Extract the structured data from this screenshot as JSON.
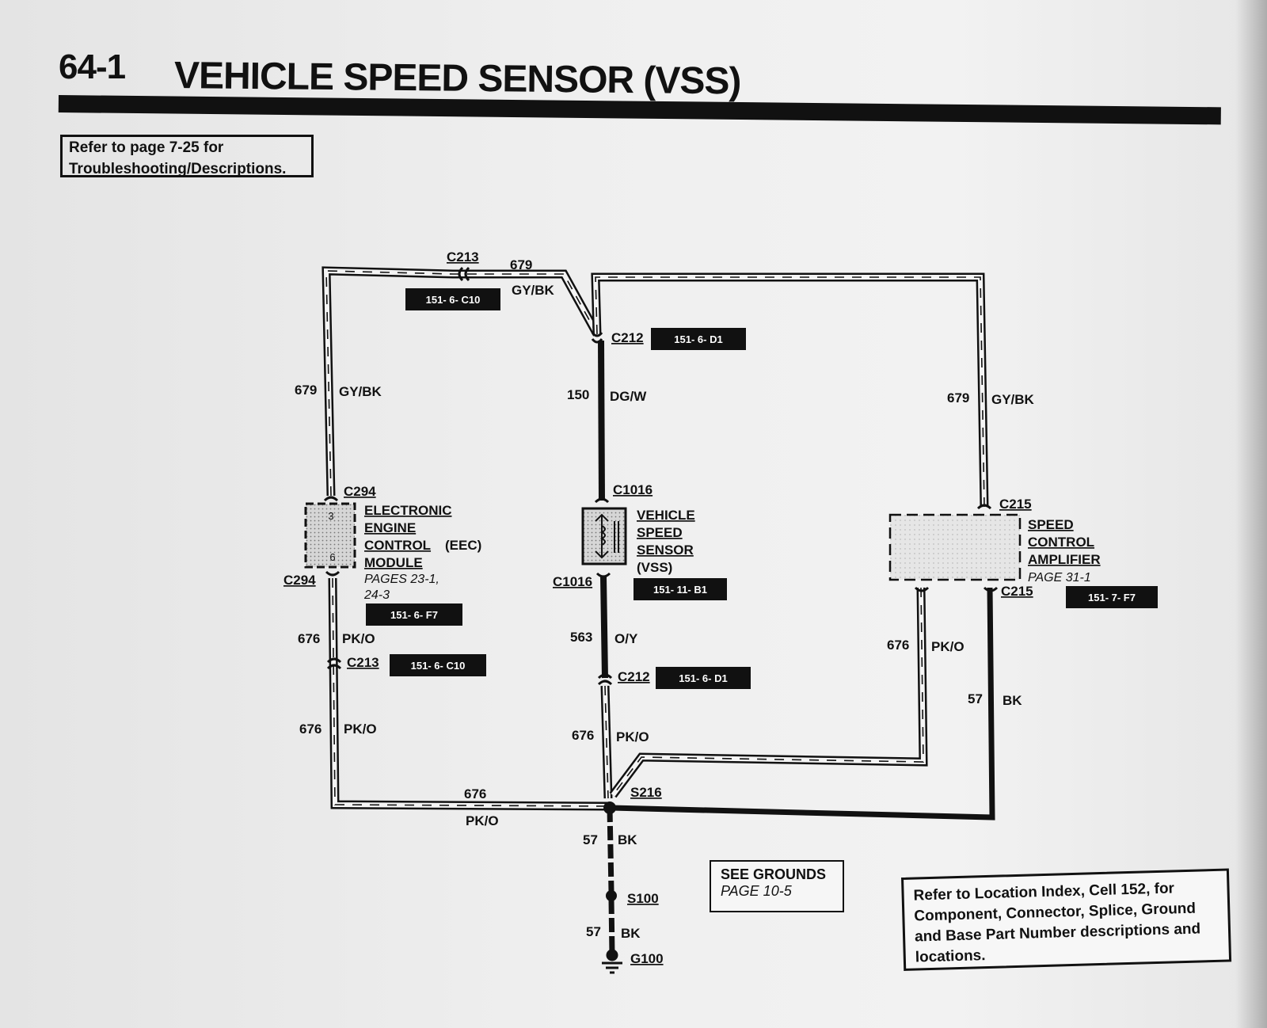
{
  "header": {
    "page_number": "64-1",
    "title": "VEHICLE SPEED SENSOR (VSS)"
  },
  "refer_box": {
    "line1": "Refer to page 7-25 for",
    "line2": "Troubleshooting/Descriptions."
  },
  "connectors": {
    "c213_top": "C213",
    "c212_top": "C212",
    "c294_top": "C294",
    "c294_bottom": "C294",
    "c213_bottom": "C213",
    "c1016_top": "C1016",
    "c1016_bottom": "C1016",
    "c212_bottom": "C212",
    "c215_top": "C215",
    "c215_bottom": "C215",
    "s216": "S216",
    "s100": "S100",
    "g100": "G100"
  },
  "tags": {
    "c213_top": "151-  6-  C10",
    "c212_top": "151-  6-   D1",
    "eec": "151-  6-   F7",
    "c213_bottom": "151-  6-  C10",
    "vss": "151-  11-  B1",
    "c212_bottom": "151-  6-   D1",
    "amp": "151-  7-   F7"
  },
  "wires": {
    "w679_top_num": "679",
    "w679_top_color": "GY/BK",
    "w679_left_num": "679",
    "w679_left_color": "GY/BK",
    "w150_num": "150",
    "w150_color": "DG/W",
    "w679_right_num": "679",
    "w679_right_color": "GY/BK",
    "w676_a_num": "676",
    "w676_a_color": "PK/O",
    "w676_b_num": "676",
    "w676_b_color": "PK/O",
    "w563_num": "563",
    "w563_color": "O/Y",
    "w676_c_num": "676",
    "w676_c_color": "PK/O",
    "w676_right_num": "676",
    "w676_right_color": "PK/O",
    "w57_right_num": "57",
    "w57_right_color": "BK",
    "w676_bottom_num": "676",
    "w676_bottom_color": "PK/O",
    "w57_a_num": "57",
    "w57_a_color": "BK",
    "w57_b_num": "57",
    "w57_b_color": "BK"
  },
  "components": {
    "eec": {
      "line1": "ELECTRONIC",
      "line2": "ENGINE",
      "line3": "CONTROL",
      "line3_suffix": "(EEC)",
      "line4": "MODULE",
      "pages1": "PAGES 23-1,",
      "pages2": "24-3",
      "pin_top": "3",
      "pin_bottom": "6"
    },
    "vss": {
      "line1": "VEHICLE",
      "line2": "SPEED",
      "line3": "SENSOR",
      "line4": "(VSS)"
    },
    "amp": {
      "line1": "SPEED",
      "line2": "CONTROL",
      "line3": "AMPLIFIER",
      "page": "PAGE 31-1"
    }
  },
  "grounds_box": {
    "line1": "SEE GROUNDS",
    "line2": "PAGE 10-5"
  },
  "location_box": {
    "line1": "Refer to Location Index, Cell 152, for",
    "line2": "Component, Connector, Splice, Ground",
    "line3": "and Base Part Number descriptions and",
    "line4": "locations."
  }
}
